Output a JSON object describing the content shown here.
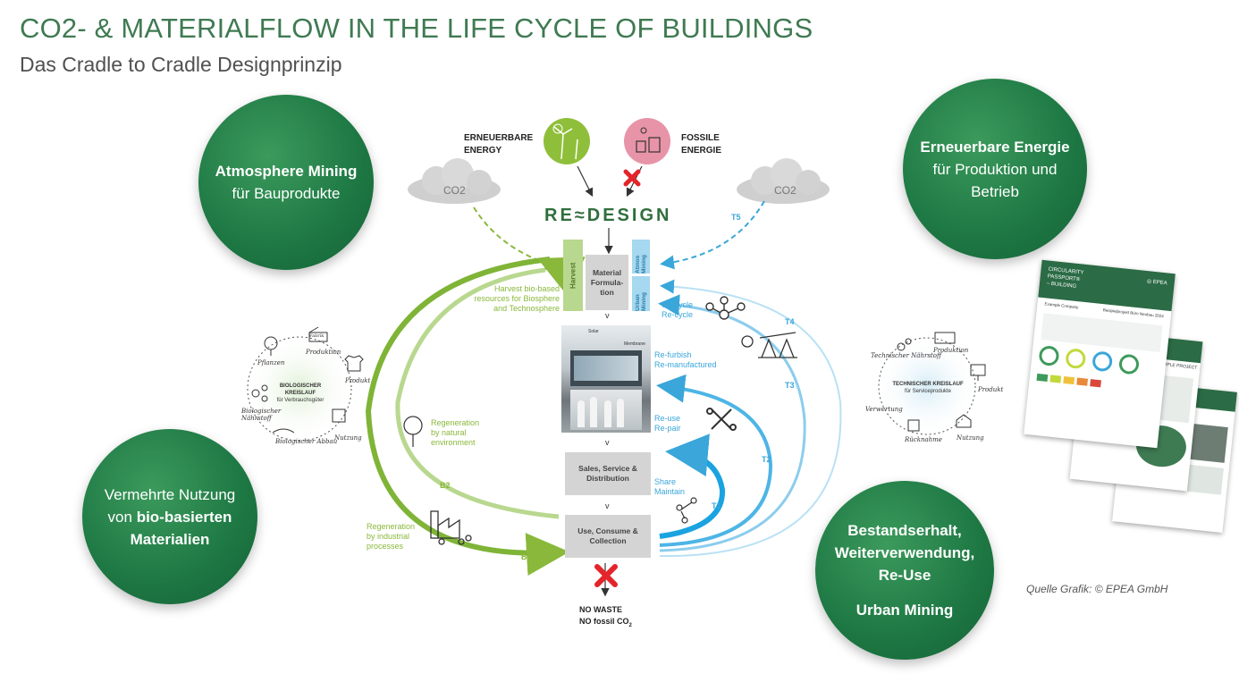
{
  "header": {
    "title": "CO2- & MATERIALFLOW IN THE LIFE CYCLE OF BUILDINGS",
    "subtitle": "Das Cradle to Cradle Designprinzip"
  },
  "circles": {
    "atmosphere_bold": "Atmosphere Mining",
    "atmosphere_text": "für Bauprodukte",
    "energie_bold": "Erneuerbare Energie",
    "energie_text1": "für Produktion und",
    "energie_text2": "Betrieb",
    "bio_text1": "Vermehrte Nutzung",
    "bio_text2": "von",
    "bio_bold1": "bio-basierten",
    "bio_bold2": "Materialien",
    "urban_line1": "Bestandserhalt,",
    "urban_line2": "Weiterverwendung,",
    "urban_line3": "Re-Use",
    "urban_line4": "Urban Mining"
  },
  "diagram": {
    "erneuerbare1": "ERNEUERBARE",
    "erneuerbare2": "ENERGY",
    "fossile1": "FOSSILE",
    "fossile2": "ENERGIE",
    "co2_left": "CO2",
    "co2_right": "CO2",
    "redesign": "RE≈DESIGN",
    "harvest": "Harvest",
    "material1": "Material",
    "material2": "Formula-",
    "material3": "tion",
    "atmos_mining": "Atmos Mining",
    "urban_mining": "Urban Mining",
    "harvest_text1": "Harvest bio-based",
    "harvest_text2": "resources for Biosphere",
    "harvest_text3": "and Technosphere",
    "upcycle1": "Up-cycle",
    "upcycle2": "Re-cycle",
    "refurbish1": "Re-furbish",
    "refurbish2": "Re-manufactured",
    "reuse1": "Re-use",
    "reuse2": "Re-pair",
    "share1": "Share",
    "share2": "Maintain",
    "regen_nat1": "Regeneration",
    "regen_nat2": "by natural",
    "regen_nat3": "environment",
    "regen_ind1": "Regeneration",
    "regen_ind2": "by industrial",
    "regen_ind3": "processes",
    "sales1": "Sales, Service &",
    "sales2": "Distribution",
    "use1": "Use, Consume &",
    "use2": "Collection",
    "nowaste1": "NO WASTE",
    "nowaste2": "NO fossil CO",
    "nowaste_sub": "2",
    "t1": "T1",
    "t2": "T2",
    "t3": "T3",
    "t4": "T4",
    "t5": "T5",
    "b1": "B1",
    "b2": "B2",
    "photo_label1": "Solar",
    "photo_label2": "Membrane",
    "chevron": "v"
  },
  "bio_cycle": {
    "title": "BIOLOGISCHER KREISLAUF",
    "sub": "für Verbrauchsgüter",
    "n1": "Produktion",
    "n2": "Produkt",
    "n3": "Nutzung",
    "n4": "Biologischer Abbau",
    "n5": "Biologischer Nährstoff",
    "n6": "Pflanzen",
    "sign": "Fabrik"
  },
  "tech_cycle": {
    "title": "TECHNISCHER KREISLAUF",
    "sub": "für Serviceprodukte",
    "n1": "Produktion",
    "n2": "Produkt",
    "n3": "Nutzung",
    "n4": "Rücknahme",
    "n5": "Verwertung",
    "n6": "Technischer Nährstoff"
  },
  "passport": {
    "title1": "CIRCULARITY",
    "title2": "PASSPORT®",
    "title3": "– BUILDING",
    "brand": "◎ EPEA",
    "company": "Example Company",
    "project": "Beispielprojekt Büro Neubau 2024",
    "example": "EXAMPLE PROJECT"
  },
  "credit": "Quelle Grafik: © EPEA GmbH",
  "colors": {
    "title_green": "#3f7a52",
    "circle_green": "#1f7a45",
    "bio_green": "#8ab83b",
    "tech_blue": "#3aa6d9",
    "red_cross": "#e3242b"
  }
}
